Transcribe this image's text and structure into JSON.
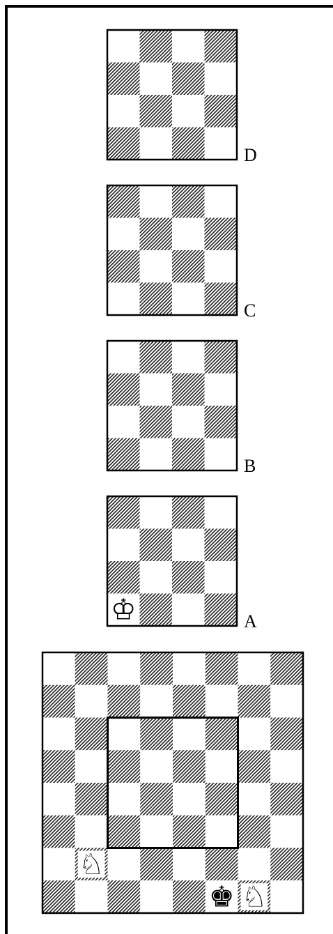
{
  "colors": {
    "background": "#ffffff",
    "ink": "#000000",
    "dark_square": "hatched"
  },
  "small_boards": [
    {
      "id": "D",
      "label": "D",
      "size": 4,
      "top_left_dark": false,
      "pieces": []
    },
    {
      "id": "C",
      "label": "C",
      "size": 4,
      "top_left_dark": true,
      "pieces": []
    },
    {
      "id": "B",
      "label": "B",
      "size": 4,
      "top_left_dark": false,
      "pieces": []
    },
    {
      "id": "A",
      "label": "A",
      "size": 4,
      "top_left_dark": true,
      "pieces": [
        {
          "piece": "king",
          "color": "white",
          "symbol": "♔",
          "row": 3,
          "col": 0
        }
      ]
    }
  ],
  "main_board": {
    "size": 8,
    "top_left_dark": false,
    "highlight_region": {
      "from_row": 2,
      "from_col": 2,
      "to_row": 5,
      "to_col": 5
    },
    "pieces": [
      {
        "piece": "knight",
        "color": "white",
        "symbol": "♘",
        "row": 6,
        "col": 1
      },
      {
        "piece": "king",
        "color": "black",
        "symbol": "♚",
        "row": 7,
        "col": 5
      },
      {
        "piece": "knight",
        "color": "white",
        "symbol": "♘",
        "row": 7,
        "col": 6
      }
    ]
  }
}
